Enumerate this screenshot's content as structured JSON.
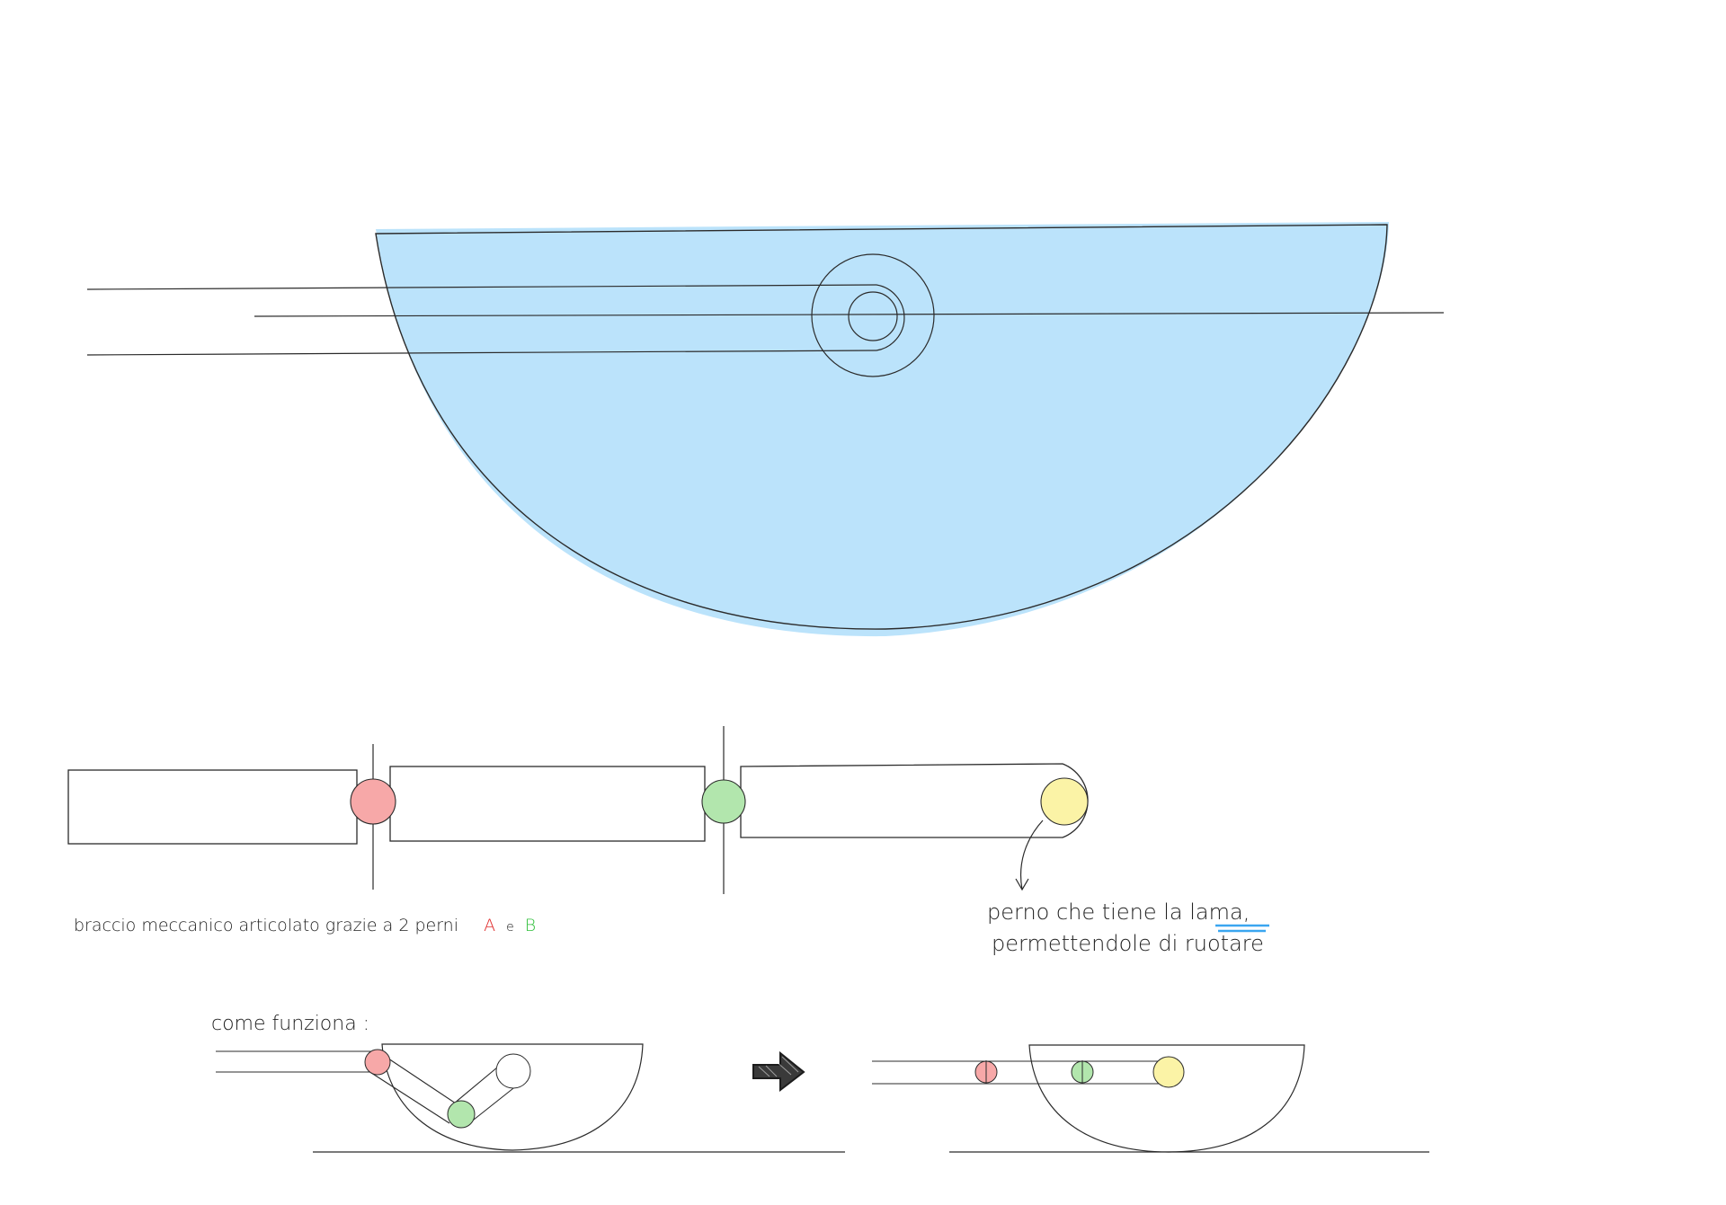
{
  "labels": {
    "arm_caption": "braccio meccanico articolato grazie a 2 perni",
    "pin_a": "A",
    "joiner": "e",
    "pin_b": "B",
    "pivot_line1_pre": "perno che tiene la ",
    "pivot_line1_word": "lama,",
    "pivot_line2": "permettendole di ruotare",
    "how_it_works": "come funziona :"
  },
  "colors": {
    "blade_fill": "#b7e1fb",
    "pin_a": "#f7a8a8",
    "pin_b": "#b2e6ad",
    "pivot": "#fbf3a6",
    "pin_a_text": "#e02b2b",
    "pin_b_text": "#2fbf3a",
    "underline": "#3aa6f0",
    "stroke": "#2b2b2b"
  },
  "icons": {
    "arrow": "right-arrow-icon"
  }
}
